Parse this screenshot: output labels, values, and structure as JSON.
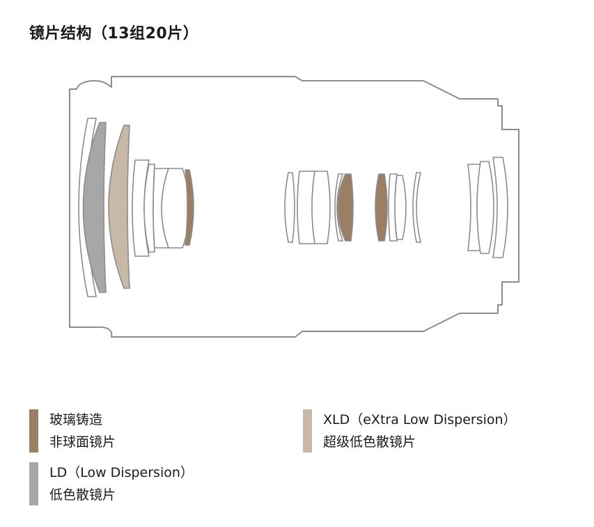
{
  "title": "镜片结构（13组20片）",
  "colors": {
    "outline": "#8c8c8c",
    "lens_stroke": "#8c8c8c",
    "molded_aspherical": "#9b7f65",
    "xld": "#c8b8a8",
    "ld": "#a7a7a7"
  },
  "legend": [
    {
      "line1": "玻璃铸造",
      "line2": "非球面镜片",
      "color_key": "molded_aspherical"
    },
    {
      "line1": "XLD（eXtra Low Dispersion）",
      "line2": "超级低色散镜片",
      "color_key": "xld"
    },
    {
      "line1": "LD（Low Dispersion）",
      "line2": "低色散镜片",
      "color_key": "ld"
    }
  ]
}
